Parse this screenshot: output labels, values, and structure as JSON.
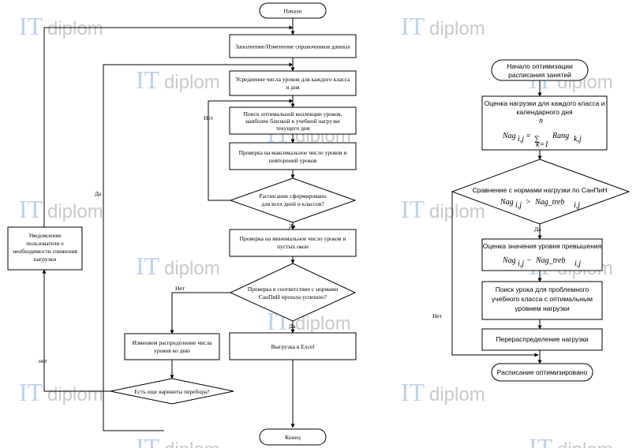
{
  "watermark": {
    "it": "IT",
    "rest": "diplom"
  },
  "left": {
    "start": "Начало",
    "fill_refs": "Заполнение/Изменение справочников данных",
    "avg_lessons": [
      "Усреднение числа уроков для каждого класса",
      "и дня"
    ],
    "search_collection": [
      "Поиск оптимальной коллекции уроков,",
      "наиболее близкой к учебной нагрузке",
      "текущего дня"
    ],
    "check_max": [
      "Проверка на максимальное число уроков и",
      "повторений уроков"
    ],
    "schedule_formed": [
      "Расписание сформировано",
      "для всех дней и классов?"
    ],
    "check_min": [
      "Проверка на минимальное число уроков и",
      "пустых окон"
    ],
    "sanpin_check": [
      "Проверка в соответствие с нормами",
      "СанПиН прошла успешно?"
    ],
    "change_distribution": [
      "Изменяем распределение числа",
      "уроков ко дню"
    ],
    "export_excel": "Выгрузка в Excel",
    "notify_user": [
      "Уведомление",
      "пользователя о",
      "необходимости снижения",
      "нагрузки"
    ],
    "more_variants": "Есть еще варианты перебора?",
    "end": "Конец",
    "labels": {
      "no": "Нет",
      "no_lower": "нет",
      "yes": "Да"
    }
  },
  "right": {
    "start": [
      "Начало оптимизации",
      "расписания занятий"
    ],
    "assess_load": [
      "Оценка нагрузки для каждого класса и",
      "календарного дня"
    ],
    "formula_sum": {
      "lhs": "Nag",
      "sub_lhs": "i,j",
      "eq": "=",
      "sigma": "∑",
      "upper": "n",
      "lower": "k=1",
      "term": "Rang",
      "sub_term": "k,j"
    },
    "compare": "Сравнение с нормами нагрузки по СанПиН",
    "formula_compare": {
      "lhs": "Nag",
      "sub_lhs": "i,j",
      "op": ">",
      "rhs": "Nag_treb",
      "sub_rhs": "i,j"
    },
    "assess_excess": "Оценка значения уровня превышения",
    "formula_diff": {
      "lhs": "Nag",
      "sub_lhs": "i,j",
      "op": "−",
      "rhs": "Nag_treb",
      "sub_rhs": "i,j"
    },
    "search_lesson": [
      "Поиск урока для проблемного",
      "учебного класса с оптимальным",
      "уровнем нагрузки"
    ],
    "redistribute": "Перераспределение нагрузки",
    "optimized": "Расписание оптимизировано",
    "labels": {
      "yes": "Да",
      "no": "Нет"
    }
  }
}
